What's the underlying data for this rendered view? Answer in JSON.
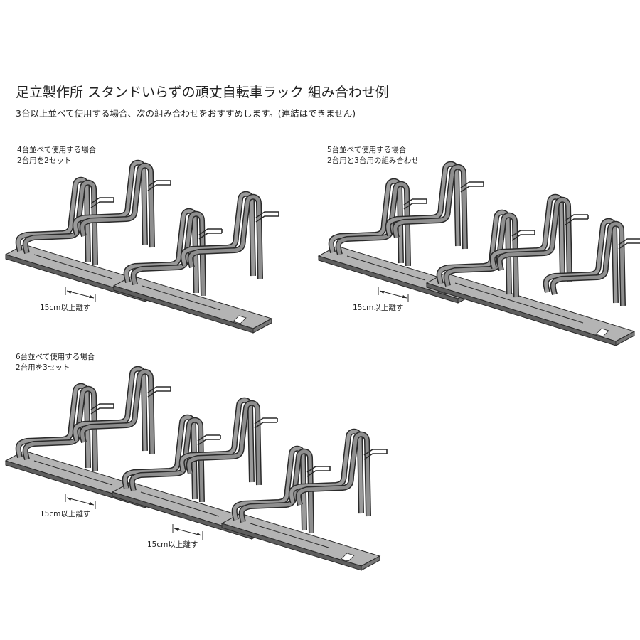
{
  "header": {
    "title": "足立製作所 スタンドいらずの頑丈自転車ラック 組み合わせ例",
    "subtitle": "3台以上並べて使用する場合、次の組み合わせをおすすめします。(連結はできません)"
  },
  "examples": [
    {
      "caption_line1": "4台並べて使用する場合",
      "caption_line2": "2台用を2セット",
      "gaps": [
        "15cm以上離す"
      ]
    },
    {
      "caption_line1": "5台並べて使用する場合",
      "caption_line2": "2台用と3台用の組み合わせ",
      "gaps": [
        "15cm以上離す"
      ]
    },
    {
      "caption_line1": "6台並べて使用する場合",
      "caption_line2": "2台用を3セット",
      "gaps": [
        "15cm以上離す",
        "15cm以上離す"
      ]
    }
  ],
  "colors": {
    "steel": "#8e8e8e",
    "outline": "#2a2a2a",
    "rail_top": "#b4b4b4",
    "rail_side": "#5e5e5e",
    "text": "#222222"
  }
}
